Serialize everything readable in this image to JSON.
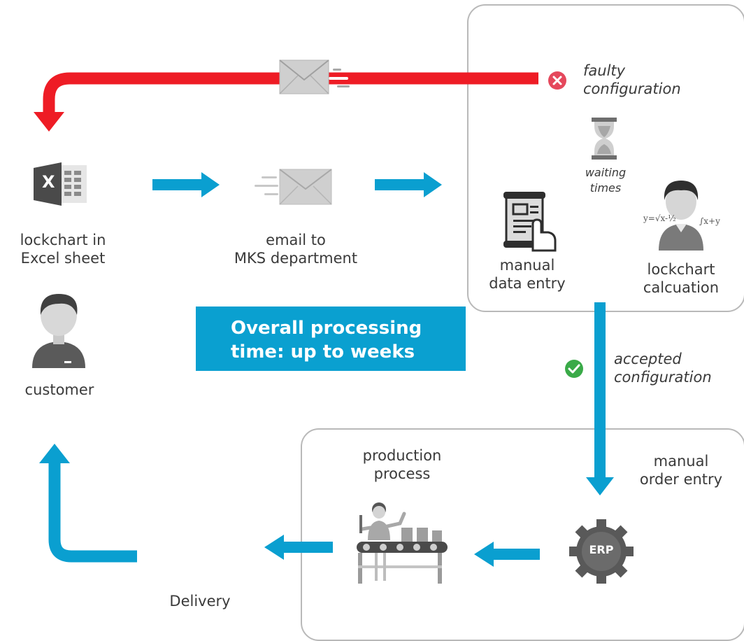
{
  "nodes": {
    "excel": {
      "icon_text": "X",
      "lines": [
        "lockchart in",
        "Excel sheet"
      ]
    },
    "email": {
      "lines": [
        "email to",
        "MKS department"
      ]
    },
    "customer": {
      "lines": [
        "customer"
      ]
    },
    "faulty": {
      "lines": [
        "faulty",
        "configuration"
      ]
    },
    "waiting": {
      "lines": [
        "waiting",
        "times"
      ]
    },
    "manual_entry": {
      "lines": [
        "manual",
        "data entry"
      ]
    },
    "calculation": {
      "lines": [
        "lockchart",
        "calcuation"
      ]
    },
    "accepted": {
      "lines": [
        "accepted",
        "configuration"
      ]
    },
    "order_entry": {
      "lines": [
        "manual",
        "order entry"
      ]
    },
    "erp": {
      "icon_text": "ERP"
    },
    "production": {
      "lines": [
        "production",
        "process"
      ]
    },
    "delivery": {
      "lines": [
        "Delivery"
      ]
    }
  },
  "banner": {
    "lines": [
      "Overall processing",
      "time: up to weeks"
    ]
  },
  "colors": {
    "flow_blue": "#0a9fd0",
    "reject_red": "#ee1c25",
    "ok_green": "#3aaa48",
    "error_red": "#e5485c",
    "icon_gray": "#7a7a7a",
    "panel_border": "#b9b9b9"
  }
}
